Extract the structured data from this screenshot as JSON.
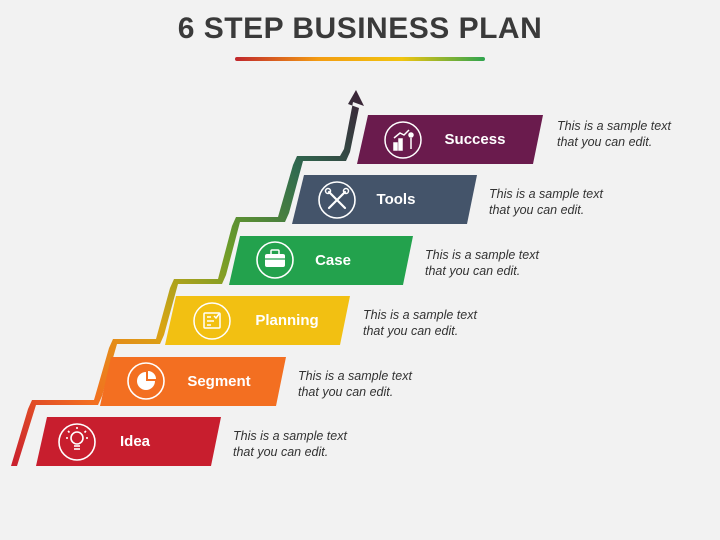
{
  "title": "6 STEP BUSINESS PLAN",
  "colors": {
    "idea": "#c81e2e",
    "segment": "#f36f21",
    "planning": "#f2c012",
    "case": "#23a24d",
    "tools": "#44546a",
    "success": "#6a1b4d",
    "arrow_start": "#c81e2e",
    "arrow_mid": "#6a9c2a",
    "arrow_end": "#3b1f35"
  },
  "steps": [
    {
      "label": "Idea",
      "icon": "lightbulb-icon",
      "desc_line1": "This is a sample text",
      "desc_line2": "that you can edit."
    },
    {
      "label": "Segment",
      "icon": "pie-chart-icon",
      "desc_line1": "This is a sample text",
      "desc_line2": "that you can edit."
    },
    {
      "label": "Planning",
      "icon": "plan-board-icon",
      "desc_line1": "This is a sample text",
      "desc_line2": "that you can edit."
    },
    {
      "label": "Case",
      "icon": "briefcase-icon",
      "desc_line1": "This is a sample text",
      "desc_line2": "that you can edit."
    },
    {
      "label": "Tools",
      "icon": "tools-icon",
      "desc_line1": "This is a sample text",
      "desc_line2": "that you can edit."
    },
    {
      "label": "Success",
      "icon": "growth-person-icon",
      "desc_line1": "This is a sample text",
      "desc_line2": "that you can edit."
    }
  ]
}
